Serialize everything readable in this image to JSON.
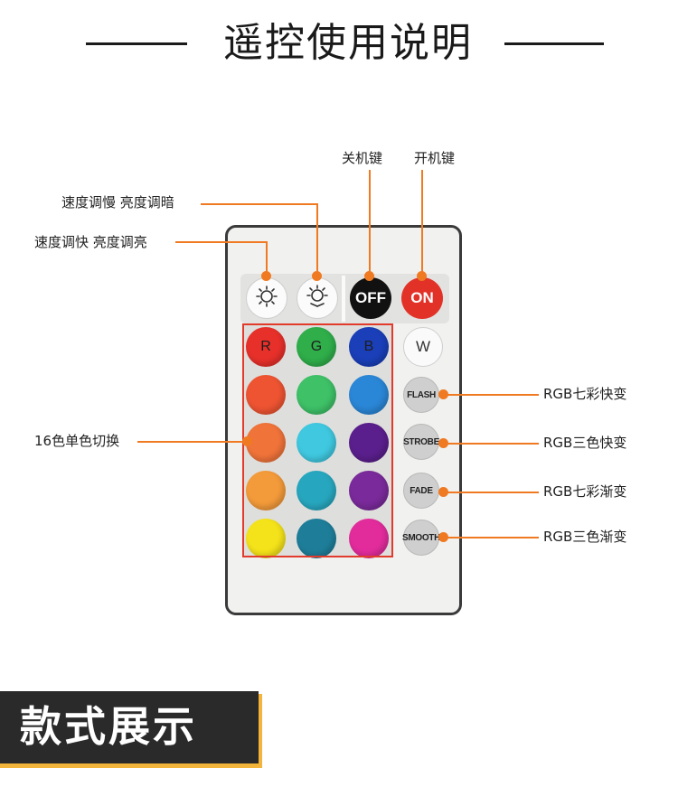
{
  "header": {
    "title": "遥控使用说明"
  },
  "callouts": {
    "off_key": "关机键",
    "on_key": "开机键",
    "slow_dim": "速度调慢 亮度调暗",
    "fast_bright": "速度调快 亮度调亮",
    "sixteen_colors": "16色单色切换",
    "flash": "RGB七彩快变",
    "strobe": "RGB三色快变",
    "fade": "RGB七彩渐变",
    "smooth": "RGB三色渐变"
  },
  "remote": {
    "top_buttons": [
      {
        "label": "",
        "icon": "brightness-down-icon"
      },
      {
        "label": "",
        "icon": "brightness-up-icon"
      },
      {
        "label": "OFF"
      },
      {
        "label": "ON"
      }
    ],
    "color_buttons": [
      {
        "label": "R",
        "color": "#e8302a"
      },
      {
        "label": "G",
        "color": "#2fae4a"
      },
      {
        "label": "B",
        "color": "#1a3fb8"
      },
      {
        "label": "",
        "color": "#ee5432"
      },
      {
        "label": "",
        "color": "#3ec167"
      },
      {
        "label": "",
        "color": "#2a86d6"
      },
      {
        "label": "",
        "color": "#f0733a"
      },
      {
        "label": "",
        "color": "#3fc8e0"
      },
      {
        "label": "",
        "color": "#5a1f8c"
      },
      {
        "label": "",
        "color": "#f39a3a"
      },
      {
        "label": "",
        "color": "#27a7bf"
      },
      {
        "label": "",
        "color": "#7a2a9a"
      },
      {
        "label": "",
        "color": "#f4e21a"
      },
      {
        "label": "",
        "color": "#1e7e9a"
      },
      {
        "label": "",
        "color": "#e22c9c"
      }
    ],
    "white_button": "W",
    "mode_buttons": [
      "FLASH",
      "STROBE",
      "FADE",
      "SMOOTH"
    ]
  },
  "banner": {
    "title": "款式展示"
  },
  "colors": {
    "accent_orange": "#ef7a22",
    "frame_red": "#e23b2c",
    "banner_dark": "#2a2a2a",
    "banner_gold": "#f2b43a"
  }
}
